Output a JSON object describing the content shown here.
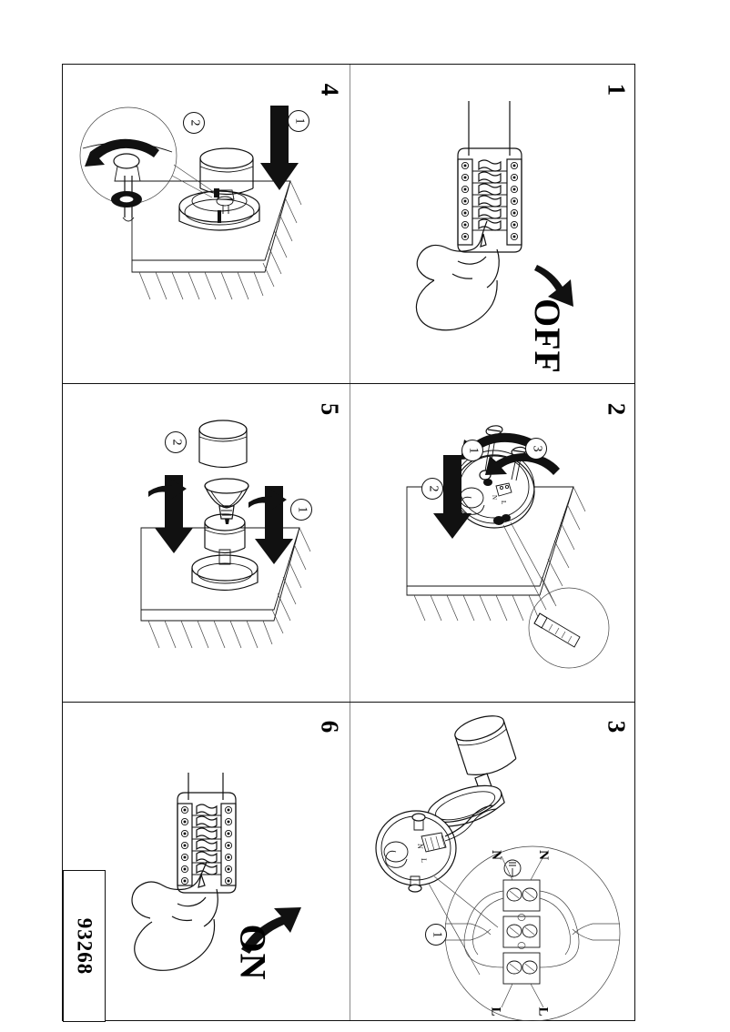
{
  "document": {
    "type": "installation-instruction-sheet",
    "orientation": "rotated-90-clockwise",
    "product_code": "93268",
    "panel_count": 6
  },
  "panels": [
    {
      "number": "1",
      "position": "top-right",
      "caption": "OFF",
      "description": "Hand switching the consumer unit circuit breaker to the OFF position",
      "markers": []
    },
    {
      "number": "2",
      "position": "middle-right",
      "caption": "",
      "description": "Ceiling mounting plate fixed to ceiling with screws",
      "markers": [
        "1",
        "2",
        "3"
      ]
    },
    {
      "number": "3",
      "position": "bottom-right",
      "caption": "",
      "description": "Connecting the luminaire supply wires to the terminal block",
      "markers": [
        "1"
      ],
      "terminal_labels": [
        "N",
        "N",
        "L",
        "L"
      ],
      "earth_symbol": "earth-ground-symbol"
    },
    {
      "number": "4",
      "position": "top-left",
      "caption": "",
      "description": "Fitting the lamp body onto the ceiling plate and tightening the fixing nut",
      "markers": [
        "1",
        "2"
      ]
    },
    {
      "number": "5",
      "position": "middle-left",
      "caption": "",
      "description": "Inserting the lamp bulb and fitting the shade over it",
      "markers": [
        "1",
        "2"
      ]
    },
    {
      "number": "6",
      "position": "bottom-left",
      "caption": "ON",
      "description": "Hand switching the consumer unit circuit breaker back to the ON position",
      "markers": []
    }
  ],
  "colors": {
    "ink": "#111111",
    "paper": "#ffffff",
    "rule": "#8a8a8a"
  }
}
